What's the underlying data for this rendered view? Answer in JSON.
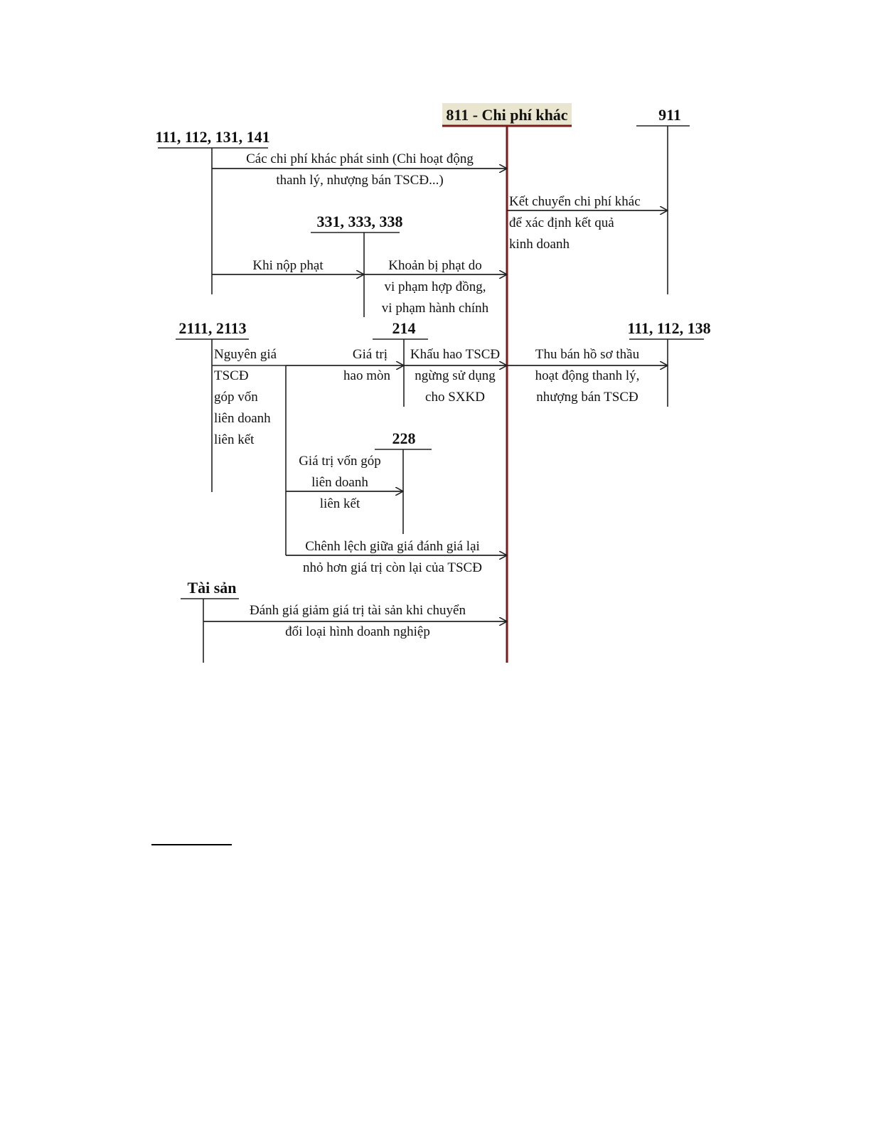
{
  "colors": {
    "main_account_line": "#7a1a1a",
    "main_account_header_bg": "#e9e5cf",
    "lines": "#222222"
  },
  "accounts": {
    "main": "811 - Chi phí khác",
    "a911": "911",
    "a111_141": "111, 112, 131, 141",
    "a331_338": "331, 333, 338",
    "a2111_2113": "2111, 2113",
    "a214": "214",
    "a111_138": "111, 112, 138",
    "a228": "228",
    "tai_san": "Tài sản"
  },
  "labels": {
    "other_costs": [
      "Các chi phí khác phát sinh (Chi hoạt động",
      "thanh lý, nhượng bán TSCĐ...)"
    ],
    "transfer": [
      "Kết chuyển chi phí khác",
      "để xác định kết quả",
      "kinh doanh"
    ],
    "pay_fine": "Khi nộp phạt",
    "fine": [
      "Khoản bị phạt do",
      "vi phạm hợp đồng,",
      "vi phạm hành chính"
    ],
    "original_cost": [
      "Nguyên giá",
      "TSCĐ",
      "góp vốn",
      "liên doanh",
      "liên kết"
    ],
    "wear_value": [
      "Giá trị",
      "hao mòn"
    ],
    "depreciation": [
      "Khấu hao TSCĐ",
      "ngừng sử dụng",
      "cho SXKD"
    ],
    "bid_sale": [
      "Thu bán hồ sơ thầu",
      "hoạt động thanh lý,",
      "nhượng bán TSCĐ"
    ],
    "capital_value": [
      "Giá trị vốn góp",
      "liên doanh",
      "liên kết"
    ],
    "difference": [
      "Chênh lệch giữa giá đánh giá lại",
      "nhỏ hơn giá trị còn lại của TSCĐ"
    ],
    "reval": [
      "Đánh giá giảm giá trị tài sản khi chuyển",
      "đổi loại hình doanh nghiệp"
    ]
  }
}
